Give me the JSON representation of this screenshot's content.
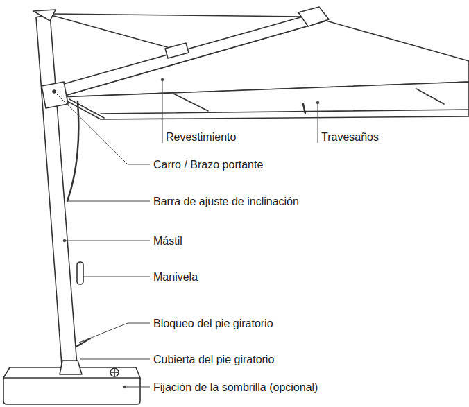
{
  "diagram": {
    "labels": [
      "Revestimiento",
      "Travesaños",
      "Carro / Brazo portante",
      "Barra de ajuste de inclinación",
      "Mástil",
      "Manivela",
      "Bloqueo del pie giratorio",
      "Cubierta del pie giratorio",
      "Fijación de la sombrilla (opcional)"
    ]
  }
}
